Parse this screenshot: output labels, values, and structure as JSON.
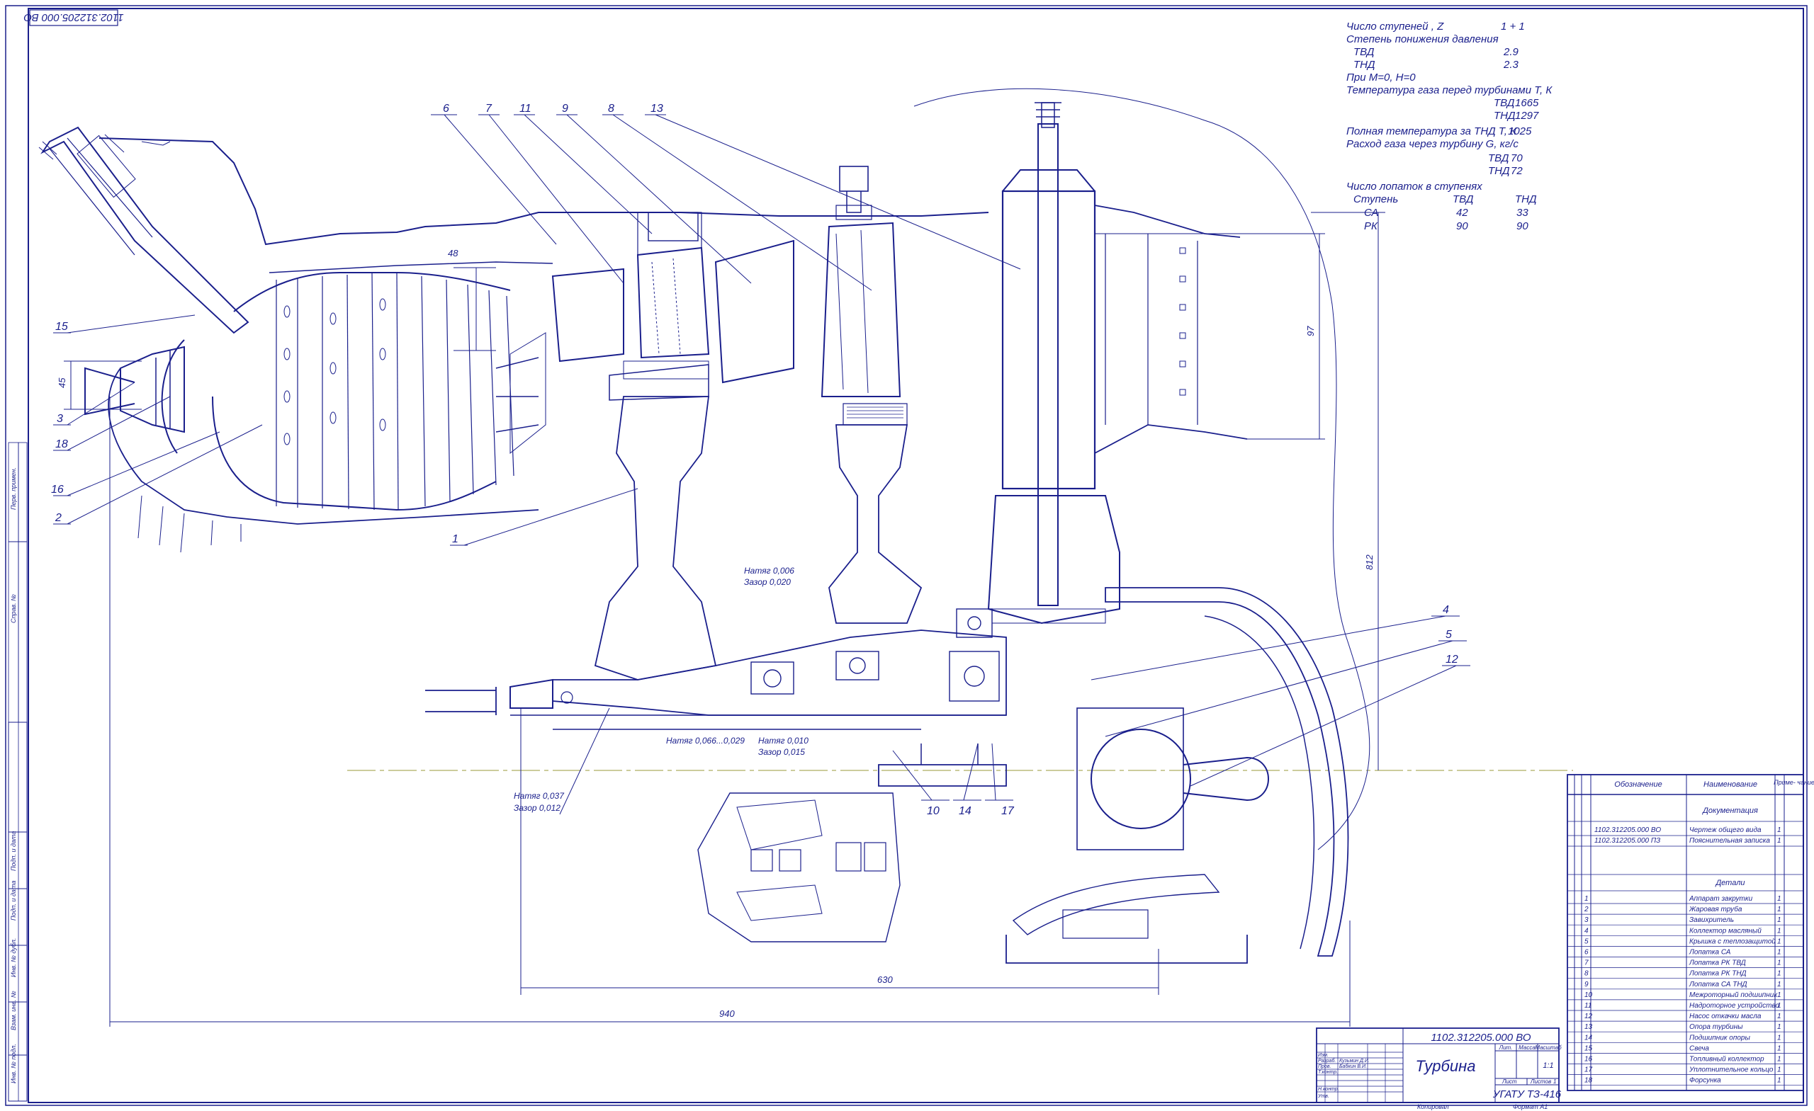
{
  "drawing_code_stamp": "1102.312205.000 ВО",
  "specs": [
    {
      "label": "Число ступеней , Z",
      "value": "1 + 1"
    },
    {
      "label": "Степень понижения давления",
      "value": ""
    },
    {
      "label": "ТВД",
      "value": "2.9"
    },
    {
      "label": "ТНД",
      "value": "2.3"
    },
    {
      "label": "При М=0, Н=0",
      "value": ""
    },
    {
      "label": "Температура газа перед турбинами Т, К",
      "value": ""
    },
    {
      "label": "ТВД",
      "value": "1665"
    },
    {
      "label": "ТНД",
      "value": "1297"
    },
    {
      "label": "Полная температура за ТНД  Т, К",
      "value": "1025"
    },
    {
      "label": "Расход газа через турбину G, кг/с",
      "value": ""
    },
    {
      "label": "ТВД",
      "value": "70"
    },
    {
      "label": "ТНД",
      "value": "72"
    }
  ],
  "blade_table": {
    "title": "Число лопаток в ступенях",
    "headers": [
      "Ступень",
      "ТВД",
      "ТНД"
    ],
    "rows": [
      [
        "СА",
        "42",
        "33"
      ],
      [
        "РК",
        "90",
        "90"
      ]
    ]
  },
  "callouts": {
    "n6": "6",
    "n7": "7",
    "n11": "11",
    "n9": "9",
    "n8": "8",
    "n13": "13",
    "n15": "15",
    "n3": "3",
    "n18": "18",
    "n16": "16",
    "n2": "2",
    "n1": "1",
    "n4": "4",
    "n5": "5",
    "n12": "12",
    "n10": "10",
    "n14": "14",
    "n17": "17"
  },
  "fits": {
    "f1a": "Натяг 0,006",
    "f1b": "Зазор 0,020",
    "f2": "Натяг 0,066...0,029",
    "f3a": "Натяг 0,010",
    "f3b": "Зазор 0,015",
    "f4a": "Натяг 0,037",
    "f4b": "Зазор 0,012"
  },
  "dims": {
    "d48": "48",
    "d45": "45",
    "d97": "97",
    "d812": "812",
    "d630": "630",
    "d940": "940"
  },
  "spec_table": {
    "headers": [
      "Обозначение",
      "Наименование",
      "Приме- чание"
    ],
    "sections": {
      "docs": "Документация",
      "parts": "Детали"
    },
    "docs": [
      {
        "code": "1102.312205.000 ВО",
        "name": "Чертеж общего вида",
        "qty": "1"
      },
      {
        "code": "1102.312205.000 ПЗ",
        "name": "Пояснительная записка",
        "qty": "1"
      }
    ],
    "parts": [
      {
        "pos": "1",
        "name": "Аппарат закрутки",
        "qty": "1"
      },
      {
        "pos": "2",
        "name": "Жаровая труба",
        "qty": "1"
      },
      {
        "pos": "3",
        "name": "Завихритель",
        "qty": "1"
      },
      {
        "pos": "4",
        "name": "Коллектор масляный",
        "qty": "1"
      },
      {
        "pos": "5",
        "name": "Крышка с теплозащитой",
        "qty": "1"
      },
      {
        "pos": "6",
        "name": "Лопатка СА",
        "qty": "1"
      },
      {
        "pos": "7",
        "name": "Лопатка РК ТВД",
        "qty": "1"
      },
      {
        "pos": "8",
        "name": "Лопатка РК ТНД",
        "qty": "1"
      },
      {
        "pos": "9",
        "name": "Лопатка СА ТНД",
        "qty": "1"
      },
      {
        "pos": "10",
        "name": "Межроторный подшипник",
        "qty": "1"
      },
      {
        "pos": "11",
        "name": "Надроторное устройство",
        "qty": "1"
      },
      {
        "pos": "12",
        "name": "Насос откачки масла",
        "qty": "1"
      },
      {
        "pos": "13",
        "name": "Опора турбины",
        "qty": "1"
      },
      {
        "pos": "14",
        "name": "Подшипник опоры",
        "qty": "1"
      },
      {
        "pos": "15",
        "name": "Свеча",
        "qty": "1"
      },
      {
        "pos": "16",
        "name": "Топливный коллектор",
        "qty": "1"
      },
      {
        "pos": "17",
        "name": "Уплотнительное кольцо",
        "qty": "1"
      },
      {
        "pos": "18",
        "name": "Форсунка",
        "qty": "1"
      }
    ]
  },
  "title_block": {
    "code": "1102.312205.000 ВО",
    "name": "Турбина",
    "head_lit": "Лит.",
    "head_mass": "Масса",
    "head_scale": "Масштаб",
    "sheet_label": "Лист",
    "sheets_label": "Листов",
    "sheets_value": "1",
    "scale_value": "1:1",
    "org": "УГАТУ ТЗ-416",
    "rows": [
      "Изм.",
      "Разраб.",
      "Пров.",
      "Т.контр.",
      "Н.контр.",
      "Утв."
    ],
    "person": "Кузьмин Д.И.",
    "checker": "Бабкин В.И.",
    "copied": "Копировал",
    "format": "Формат А1"
  },
  "side_stamp": [
    "Перв. примен.",
    "Справ. №",
    "Подп. и дата",
    "Инв. № дубл.",
    "Взам. инв. №",
    "Подп. и дата",
    "Инв. № подл."
  ],
  "colors": {
    "line": "#1a1f8c",
    "center": "#9a9a3a",
    "hatch": "#3a3fa8"
  }
}
